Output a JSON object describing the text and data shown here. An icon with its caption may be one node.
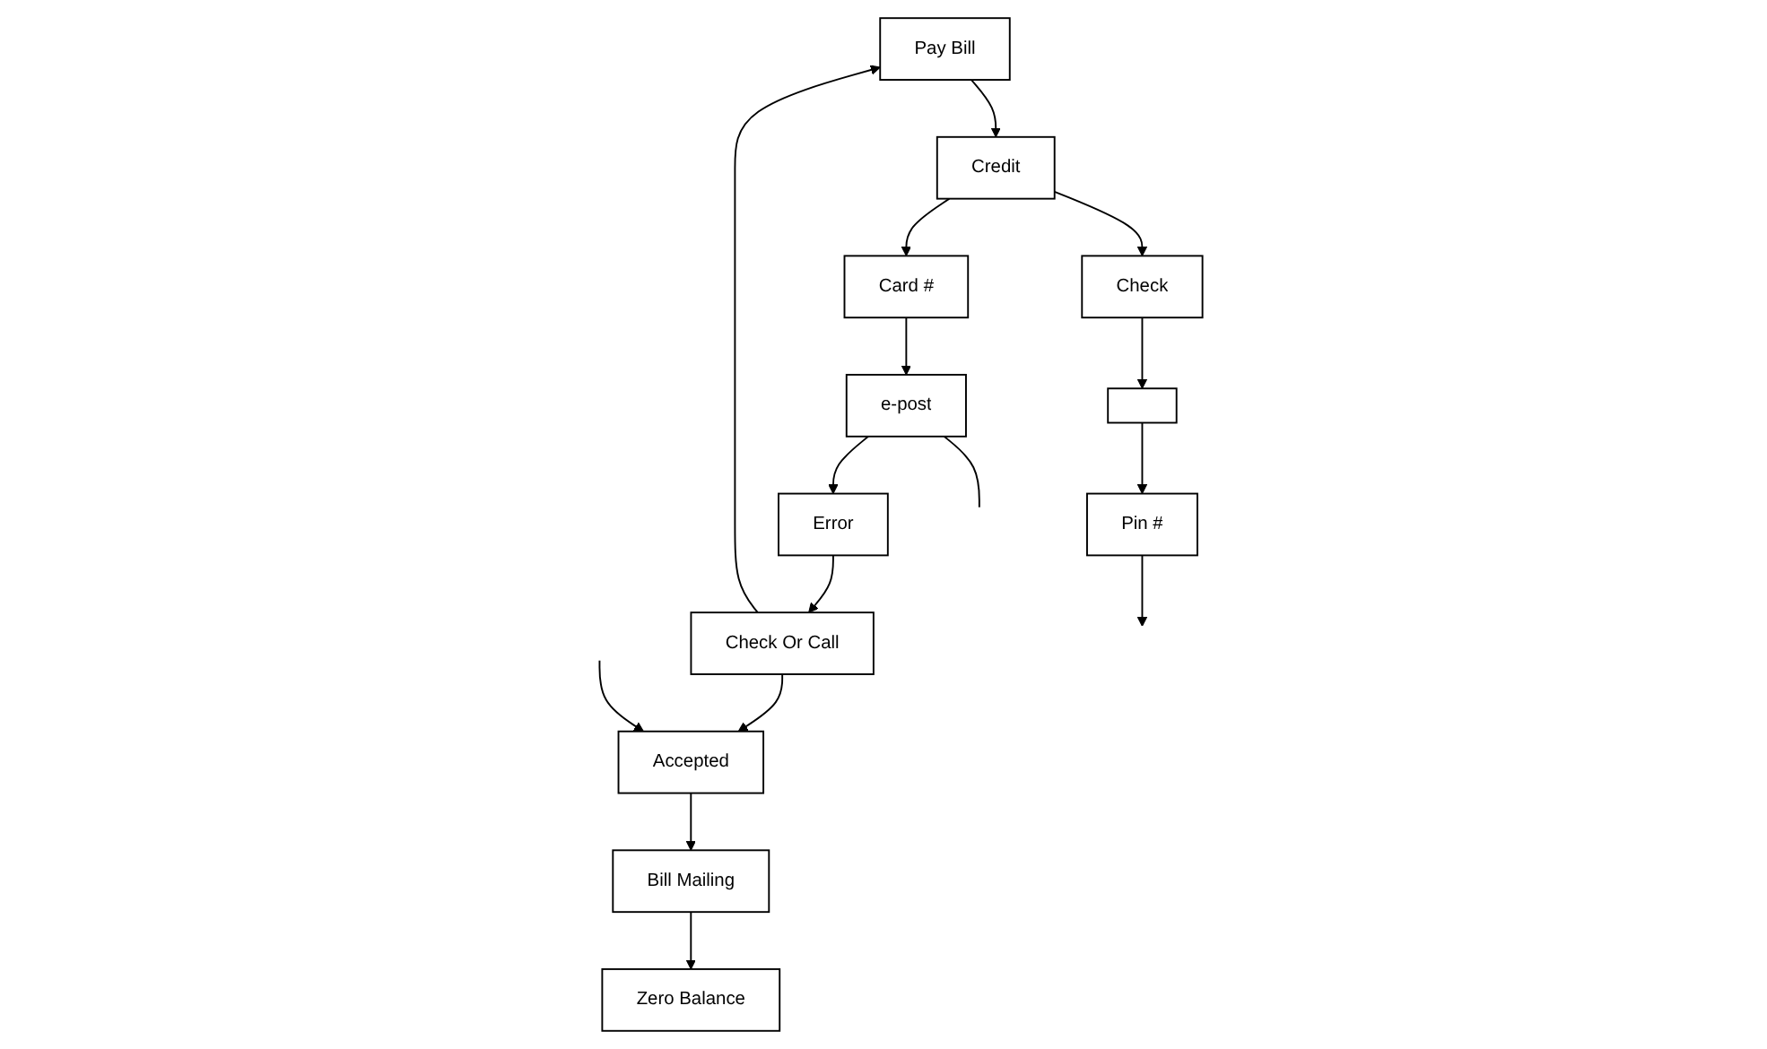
{
  "diagram": {
    "nodes": [
      {
        "text": [
          "Pay Bill"
        ]
      },
      {
        "text": [
          "Credit"
        ]
      },
      {
        "text": [
          "Card #"
        ]
      },
      {
        "text": [
          "e-post"
        ]
      },
      {
        "text": [
          "Check"
        ]
      },
      {
        "text": [
          "Error"
        ]
      },
      {
        "text": [
          "Check Or Call"
        ]
      },
      {
        "text": [],
        "shape": "box"
      },
      {
        "text": [
          "Accepted"
        ]
      },
      {
        "text": [
          "Pin #"
        ]
      },
      {
        "text": [
          "Bill Mailing"
        ]
      },
      {
        "text": [
          "Zero Balance"
        ]
      }
    ],
    "edges": [
      {
        "from": 0,
        "to": 1,
        "arrow": "to"
      },
      {
        "from": 1,
        "to": 2,
        "arrow": "to"
      },
      {
        "from": 2,
        "to": 3,
        "arrow": "to"
      },
      {
        "from": 3,
        "to": null,
        "arrow": "none"
      },
      {
        "from": 1,
        "to": 4,
        "arrow": "to"
      },
      {
        "from": 3,
        "to": 5,
        "arrow": "to"
      },
      {
        "from": 5,
        "to": 6,
        "arrow": "to"
      },
      {
        "from": 4,
        "to": 7,
        "arrow": "to"
      },
      {
        "from": 6,
        "to": 8,
        "arrow": "to"
      },
      {
        "from": null,
        "to": 8,
        "arrow": "to"
      },
      {
        "from": 7,
        "to": 9,
        "arrow": "to"
      },
      {
        "from": 8,
        "to": 10,
        "arrow": "to"
      },
      {
        "from": 10,
        "to": 11,
        "arrow": "to"
      },
      {
        "from": 6,
        "to": 0,
        "arrow": "to"
      },
      {
        "from": 9,
        "to": null,
        "arrow": "to"
      }
    ]
  }
}
